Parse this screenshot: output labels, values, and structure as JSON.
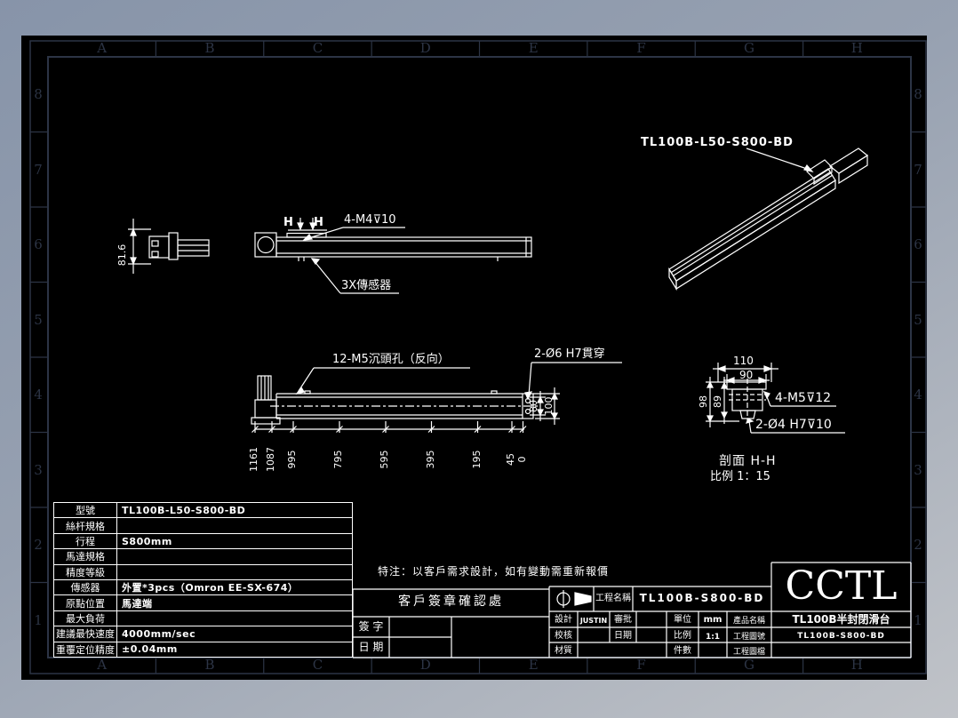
{
  "zones": {
    "columns": [
      "A",
      "B",
      "C",
      "D",
      "E",
      "F",
      "G",
      "H"
    ],
    "rows": [
      "8",
      "7",
      "6",
      "5",
      "4",
      "3",
      "2",
      "1"
    ]
  },
  "colors": {
    "background_top": "#8794a9",
    "background_bottom": "#c0c3c8",
    "canvas": "#000000",
    "zone_marks": "#2c3445",
    "drawing_lines": "#ffffff"
  },
  "iso_view": {
    "label": "TL100B-L50-S800-BD"
  },
  "side_view": {
    "height_dim": "81.6",
    "section_letter": "H",
    "thread_label": "4-M4⊽10",
    "sensor_label": "3X傳感器"
  },
  "plan_view": {
    "countersink_label": "12-M5沉頭孔（反向）",
    "pin_label": "2-Ø6 H7貫穿",
    "height_dims": [
      "80",
      "100"
    ],
    "chain_dims": [
      "1161",
      "1087",
      "995",
      "795",
      "595",
      "395",
      "195",
      "45",
      "0"
    ]
  },
  "section_view": {
    "width_dim": "110",
    "inner_width_dim": "90",
    "height_dim": "98",
    "inner_height_dim": "89",
    "thread_label": "4-M5⊽12",
    "pin_label": "2-Ø4 H7⊽10",
    "title": "剖面 H-H",
    "scale": "比例 1：15"
  },
  "spec_table": {
    "rows": [
      {
        "label": "型號",
        "value": "TL100B-L50-S800-BD"
      },
      {
        "label": "絲杆規格",
        "value": ""
      },
      {
        "label": "行程",
        "value": "S800mm"
      },
      {
        "label": "馬達規格",
        "value": ""
      },
      {
        "label": "精度等級",
        "value": ""
      },
      {
        "label": "傳感器",
        "value": "外置*3pcs（Omron EE-SX-674）"
      },
      {
        "label": "原點位置",
        "value": "馬達端"
      },
      {
        "label": "最大負荷",
        "value": ""
      },
      {
        "label": "建議最快速度",
        "value": "4000mm/sec"
      },
      {
        "label": "重覆定位精度",
        "value": "±0.04mm"
      }
    ]
  },
  "note": "特注：以客戶需求設計，如有變動需重新報價",
  "signature_box": {
    "title": "客戶簽章確認處",
    "sign_label": "簽 字",
    "date_label": "日 期"
  },
  "title_block": {
    "project_label": "工程名稱",
    "project_value": "TL100B-S800-BD",
    "design_label": "設計",
    "design_value": "JUSTIN",
    "approve_label": "審批",
    "check_label": "校核",
    "date_label": "日期",
    "material_label": "材質",
    "unit_label": "單位",
    "unit_value": "mm",
    "scale_label": "比例",
    "scale_value": "1:1",
    "qty_label": "件數",
    "logo": "CCTL",
    "product_label": "產品名稱",
    "product_value": "TL100B半封閉滑台",
    "drawing_label": "工程圖號",
    "drawing_value": "TL100B-S800-BD",
    "file_label": "工程圖檔"
  }
}
